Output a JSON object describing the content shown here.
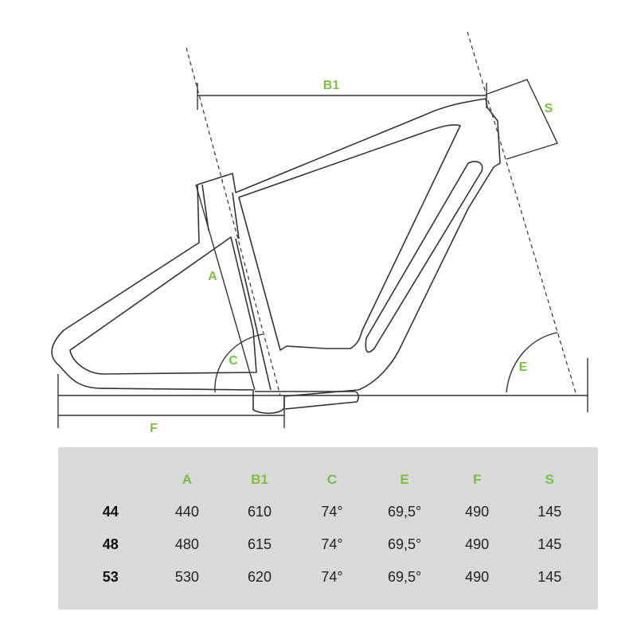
{
  "diagram": {
    "labels": {
      "A": "A",
      "B1": "B1",
      "C": "C",
      "E": "E",
      "F": "F",
      "S": "S"
    },
    "colors": {
      "label": "#7ac142",
      "line": "#333333",
      "table_bg": "#d9d9d9"
    }
  },
  "table": {
    "headers": [
      "",
      "A",
      "B1",
      "C",
      "E",
      "F",
      "S"
    ],
    "rows": [
      {
        "size": "44",
        "values": [
          "440",
          "610",
          "74°",
          "69,5°",
          "490",
          "145"
        ]
      },
      {
        "size": "48",
        "values": [
          "480",
          "615",
          "74°",
          "69,5°",
          "490",
          "145"
        ]
      },
      {
        "size": "53",
        "values": [
          "530",
          "620",
          "74°",
          "69,5°",
          "490",
          "145"
        ]
      }
    ]
  }
}
